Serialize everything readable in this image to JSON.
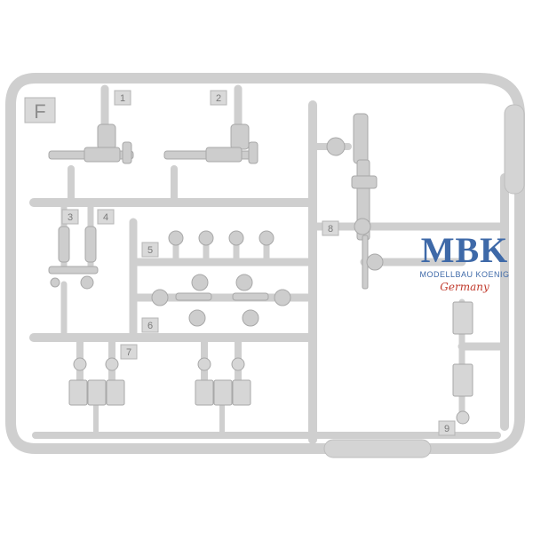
{
  "sprue": {
    "frame_letter": "F",
    "part_labels": [
      "1",
      "2",
      "3",
      "4",
      "5",
      "6",
      "7",
      "8",
      "9"
    ]
  },
  "logo": {
    "brand": "MBK",
    "subtitle": "MODELLBAU KOENIG",
    "country": "Germany"
  },
  "colors": {
    "plastic": "#d2d2d2",
    "plastic_edge": "#b8b8b8",
    "logo_blue": "#3e69a8",
    "logo_red": "#c0392b"
  }
}
